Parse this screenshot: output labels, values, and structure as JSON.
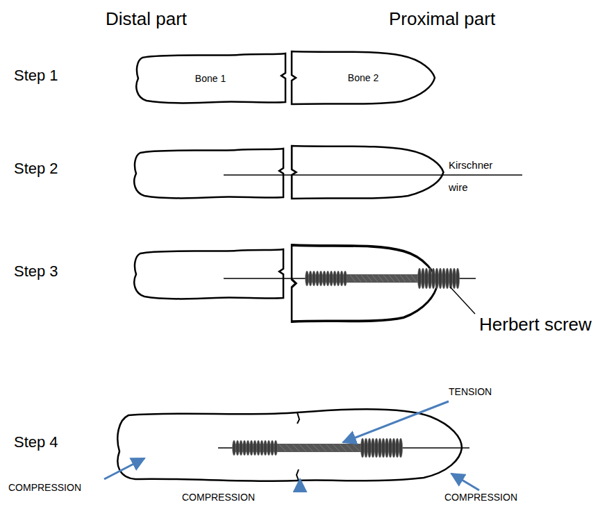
{
  "diagram": {
    "nodes": [
      {
        "text": [
          "Bone 1"
        ]
      },
      {
        "text": [
          "Bone 2"
        ]
      }
    ],
    "labels": [
      "Distal part",
      "Proximal part",
      "Step 1",
      "Step 2",
      "Kirschner wire",
      "Step 3",
      "Herbert screw",
      "Step 4",
      "TENSION",
      "COMPRESSION",
      "COMPRESSION",
      "COMPRESSION"
    ]
  }
}
